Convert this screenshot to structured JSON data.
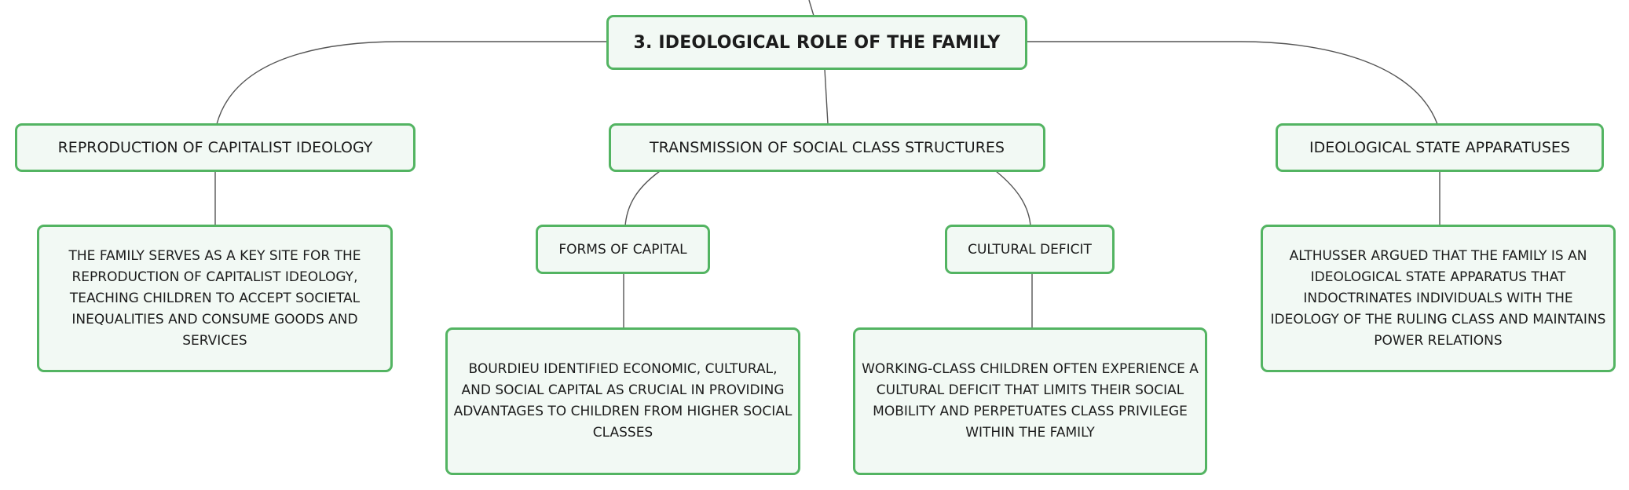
{
  "root": {
    "title": "3. IDEOLOGICAL ROLE OF THE FAMILY"
  },
  "branches": {
    "reproduction": {
      "label": "REPRODUCTION OF CAPITALIST IDEOLOGY",
      "detail": "THE FAMILY SERVES AS A KEY SITE FOR THE REPRODUCTION OF CAPITALIST IDEOLOGY, TEACHING CHILDREN TO ACCEPT SOCIETAL INEQUALITIES AND CONSUME GOODS AND SERVICES"
    },
    "transmission": {
      "label": "TRANSMISSION OF SOCIAL CLASS STRUCTURES",
      "forms_of_capital": {
        "label": "FORMS OF CAPITAL",
        "detail": "BOURDIEU IDENTIFIED ECONOMIC, CULTURAL, AND SOCIAL CAPITAL AS CRUCIAL IN PROVIDING ADVANTAGES TO CHILDREN FROM HIGHER SOCIAL CLASSES"
      },
      "cultural_deficit": {
        "label": "CULTURAL DEFICIT",
        "detail": "WORKING-CLASS CHILDREN OFTEN EXPERIENCE A CULTURAL DEFICIT THAT LIMITS THEIR SOCIAL MOBILITY AND PERPETUATES CLASS PRIVILEGE WITHIN THE FAMILY"
      }
    },
    "isa": {
      "label": "IDEOLOGICAL STATE APPARATUSES",
      "detail": "ALTHUSSER ARGUED THAT THE FAMILY IS AN IDEOLOGICAL STATE APPARATUS THAT INDOCTRINATES INDIVIDUALS WITH THE IDEOLOGY OF THE RULING CLASS AND MAINTAINS POWER RELATIONS"
    }
  },
  "colors": {
    "node_border": "#53b462",
    "node_fill": "#f2f9f4",
    "connector": "#555555",
    "text": "#1c1c1c"
  }
}
